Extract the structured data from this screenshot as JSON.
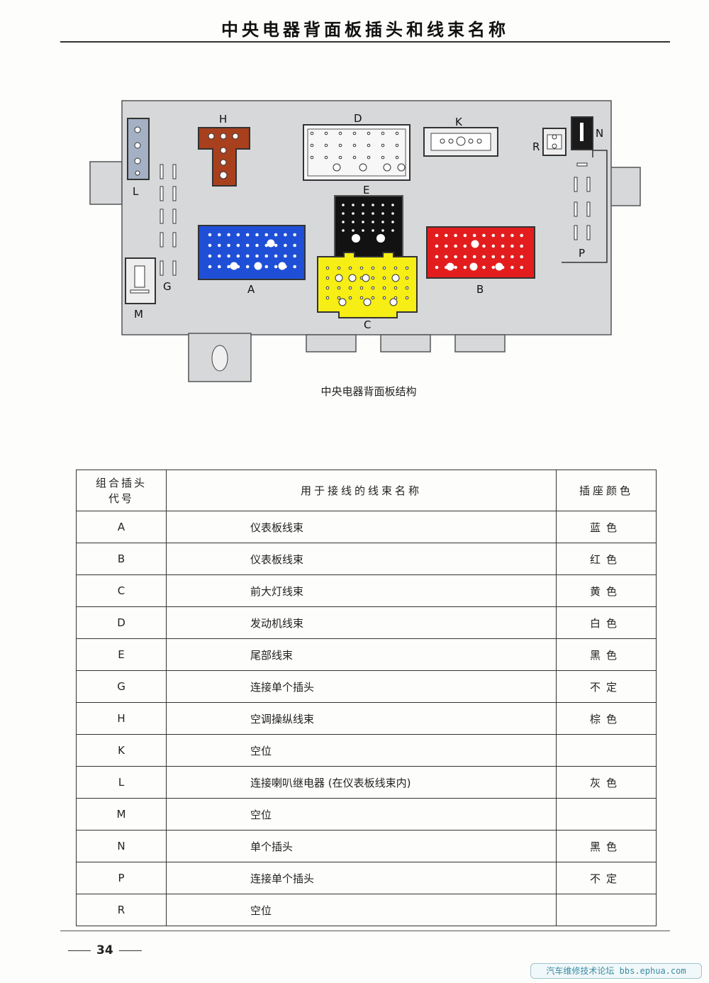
{
  "header": {
    "title": "中央电器背面板插头和线束名称"
  },
  "diagram": {
    "caption": "中央电器背面板结构",
    "labels": {
      "A": "A",
      "B": "B",
      "C": "C",
      "D": "D",
      "E": "E",
      "G": "G",
      "H": "H",
      "K": "K",
      "L": "L",
      "M": "M",
      "N": "N",
      "P": "P",
      "R": "R"
    },
    "colors": {
      "panel": "#d6d8da",
      "A": "#1f4fd6",
      "B": "#e31d1d",
      "C": "#f6ee14",
      "D": "#f7f7f7",
      "E": "#121212",
      "H": "#a8401e",
      "L": "#a4b0c4",
      "N": "#1a1a1a"
    }
  },
  "table": {
    "headers": {
      "code": "组合插头代号",
      "code_line1": "组合插头",
      "code_line2": "代号",
      "name": "用于接线的线束名称",
      "color": "插座颜色"
    },
    "rows": [
      {
        "code": "A",
        "name": "仪表板线束",
        "color": "蓝色"
      },
      {
        "code": "B",
        "name": "仪表板线束",
        "color": "红色"
      },
      {
        "code": "C",
        "name": "前大灯线束",
        "color": "黄色"
      },
      {
        "code": "D",
        "name": "发动机线束",
        "color": "白色"
      },
      {
        "code": "E",
        "name": "尾部线束",
        "color": "黑色"
      },
      {
        "code": "G",
        "name": "连接单个插头",
        "color": "不定"
      },
      {
        "code": "H",
        "name": "空调操纵线束",
        "color": "棕色"
      },
      {
        "code": "K",
        "name": "空位",
        "color": ""
      },
      {
        "code": "L",
        "name": "连接喇叭继电器 (在仪表板线束内)",
        "color": "灰色"
      },
      {
        "code": "M",
        "name": "空位",
        "color": ""
      },
      {
        "code": "N",
        "name": "单个插头",
        "color": "黑色"
      },
      {
        "code": "P",
        "name": "连接单个插头",
        "color": "不定"
      },
      {
        "code": "R",
        "name": "空位",
        "color": ""
      }
    ]
  },
  "footer": {
    "page_number": "34",
    "watermark": "汽车维修技术论坛 bbs.ephua.com"
  }
}
